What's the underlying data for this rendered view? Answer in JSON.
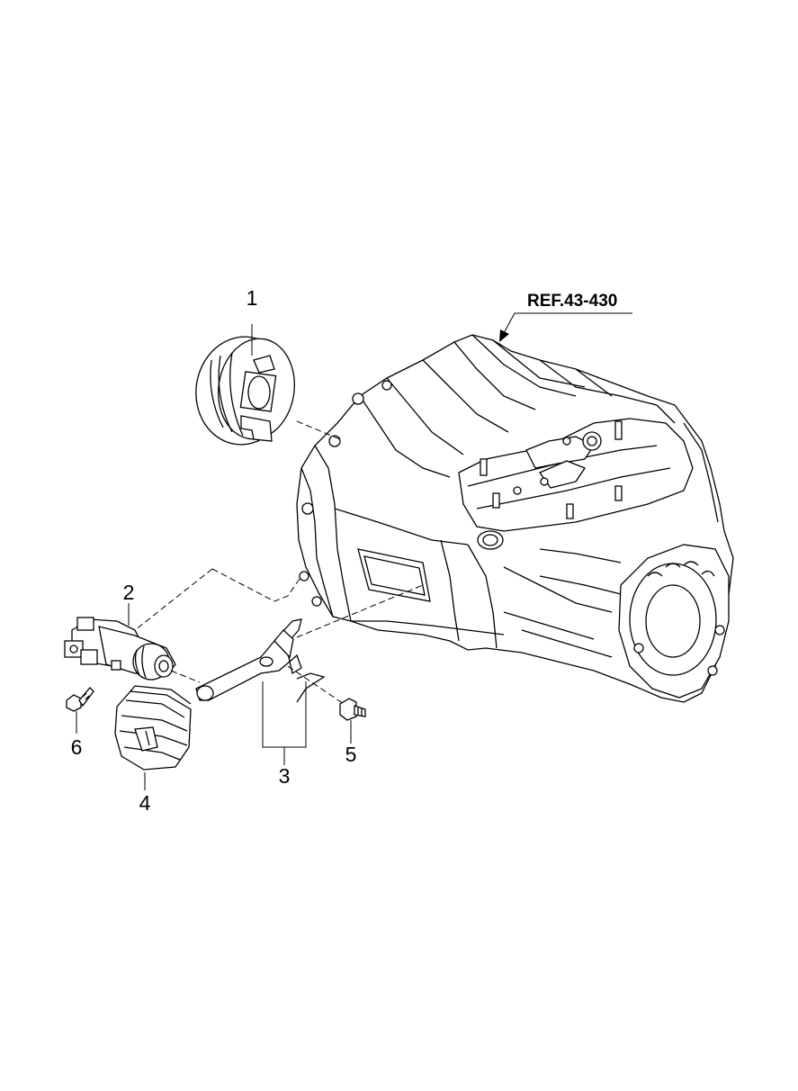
{
  "reference": {
    "text": "REF.43-430"
  },
  "callouts": [
    {
      "id": "1",
      "label": "1"
    },
    {
      "id": "2",
      "label": "2"
    },
    {
      "id": "3",
      "label": "3"
    },
    {
      "id": "4",
      "label": "4"
    },
    {
      "id": "5",
      "label": "5"
    },
    {
      "id": "6",
      "label": "6"
    }
  ]
}
